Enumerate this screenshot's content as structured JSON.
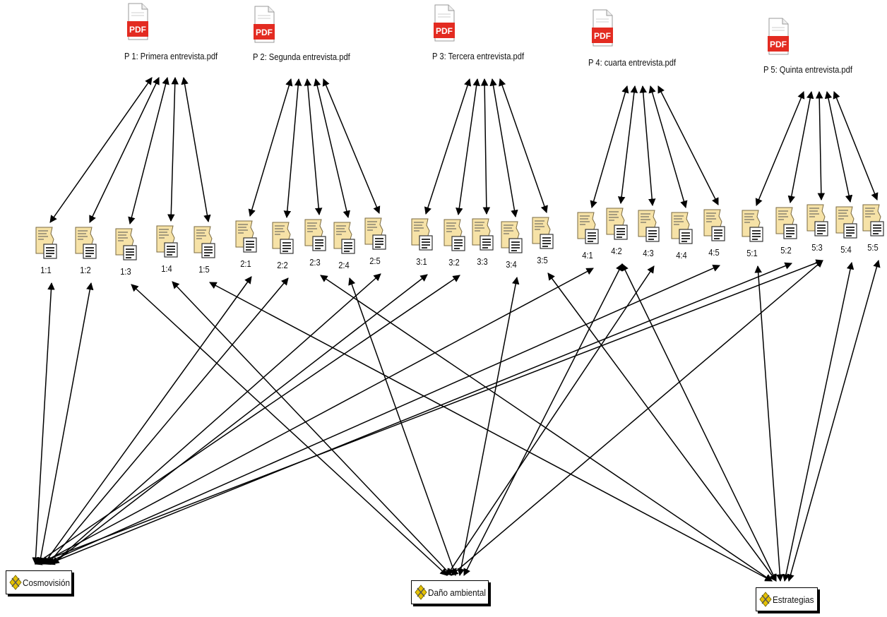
{
  "documents": [
    {
      "id": "p1",
      "title": "P 1: Primera entrevista.pdf",
      "icon": "pdf-icon",
      "badge": "PDF"
    },
    {
      "id": "p2",
      "title": "P 2: Segunda entrevista.pdf",
      "icon": "pdf-icon",
      "badge": "PDF"
    },
    {
      "id": "p3",
      "title": "P 3: Tercera entrevista.pdf",
      "icon": "pdf-icon",
      "badge": "PDF"
    },
    {
      "id": "p4",
      "title": "P 4: cuarta entrevista.pdf",
      "icon": "pdf-icon",
      "badge": "PDF"
    },
    {
      "id": "p5",
      "title": "P 5: Quinta entrevista.pdf",
      "icon": "pdf-icon",
      "badge": "PDF"
    }
  ],
  "quotations": [
    {
      "label": "1:1",
      "doc": "p1",
      "code": "cosmovision"
    },
    {
      "label": "1:2",
      "doc": "p1",
      "code": "cosmovision"
    },
    {
      "label": "1:3",
      "doc": "p1",
      "code": "dano"
    },
    {
      "label": "1:4",
      "doc": "p1",
      "code": "dano"
    },
    {
      "label": "1:5",
      "doc": "p1",
      "code": "estrategias"
    },
    {
      "label": "2:1",
      "doc": "p2",
      "code": "cosmovision"
    },
    {
      "label": "2:2",
      "doc": "p2",
      "code": "cosmovision"
    },
    {
      "label": "2:3",
      "doc": "p2",
      "code": ""
    },
    {
      "label": "2:4",
      "doc": "p2",
      "code": "dano"
    },
    {
      "label": "2:5",
      "doc": "p2",
      "code": ""
    },
    {
      "label": "3:1",
      "doc": "p3",
      "code": "cosmovision"
    },
    {
      "label": "3:2",
      "doc": "p3",
      "code": "cosmovision"
    },
    {
      "label": "3:3",
      "doc": "p3",
      "code": ""
    },
    {
      "label": "3:4",
      "doc": "p3",
      "code": "dano"
    },
    {
      "label": "3:5",
      "doc": "p3",
      "code": "estrategias"
    },
    {
      "label": "4:1",
      "doc": "p4",
      "code": "cosmovision"
    },
    {
      "label": "4:2",
      "doc": "p4",
      "code": "dano"
    },
    {
      "label": "4:3",
      "doc": "p4",
      "code": "dano"
    },
    {
      "label": "4:4",
      "doc": "p4",
      "code": ""
    },
    {
      "label": "4:5",
      "doc": "p4",
      "code": "cosmovision"
    },
    {
      "label": "5:1",
      "doc": "p5",
      "code": "estrategias"
    },
    {
      "label": "5:2",
      "doc": "p5",
      "code": "cosmovision"
    },
    {
      "label": "5:3",
      "doc": "p5",
      "code": "dano"
    },
    {
      "label": "5:4",
      "doc": "p5",
      "code": "estrategias"
    },
    {
      "label": "5:5",
      "doc": "p5",
      "code": "estrategias"
    }
  ],
  "codes": [
    {
      "id": "cosmovision",
      "label": "Cosmovisión",
      "icon": "code-icon"
    },
    {
      "id": "dano",
      "label": "Daño ambiental",
      "icon": "code-icon"
    },
    {
      "id": "estrategias",
      "label": "Estrategias",
      "icon": "code-icon"
    }
  ],
  "extra_links": [
    {
      "from": "2:5",
      "code": "cosmovision"
    },
    {
      "from": "2:3",
      "code": "estrategias"
    },
    {
      "from": "4:2",
      "code": "estrategias"
    },
    {
      "from": "5:3",
      "code": "cosmovision"
    }
  ],
  "colors": {
    "line": "#000000",
    "pdf_red": "#e32b21",
    "quote_fill": "#f6e2a7",
    "code_icon": "#e6c200"
  }
}
